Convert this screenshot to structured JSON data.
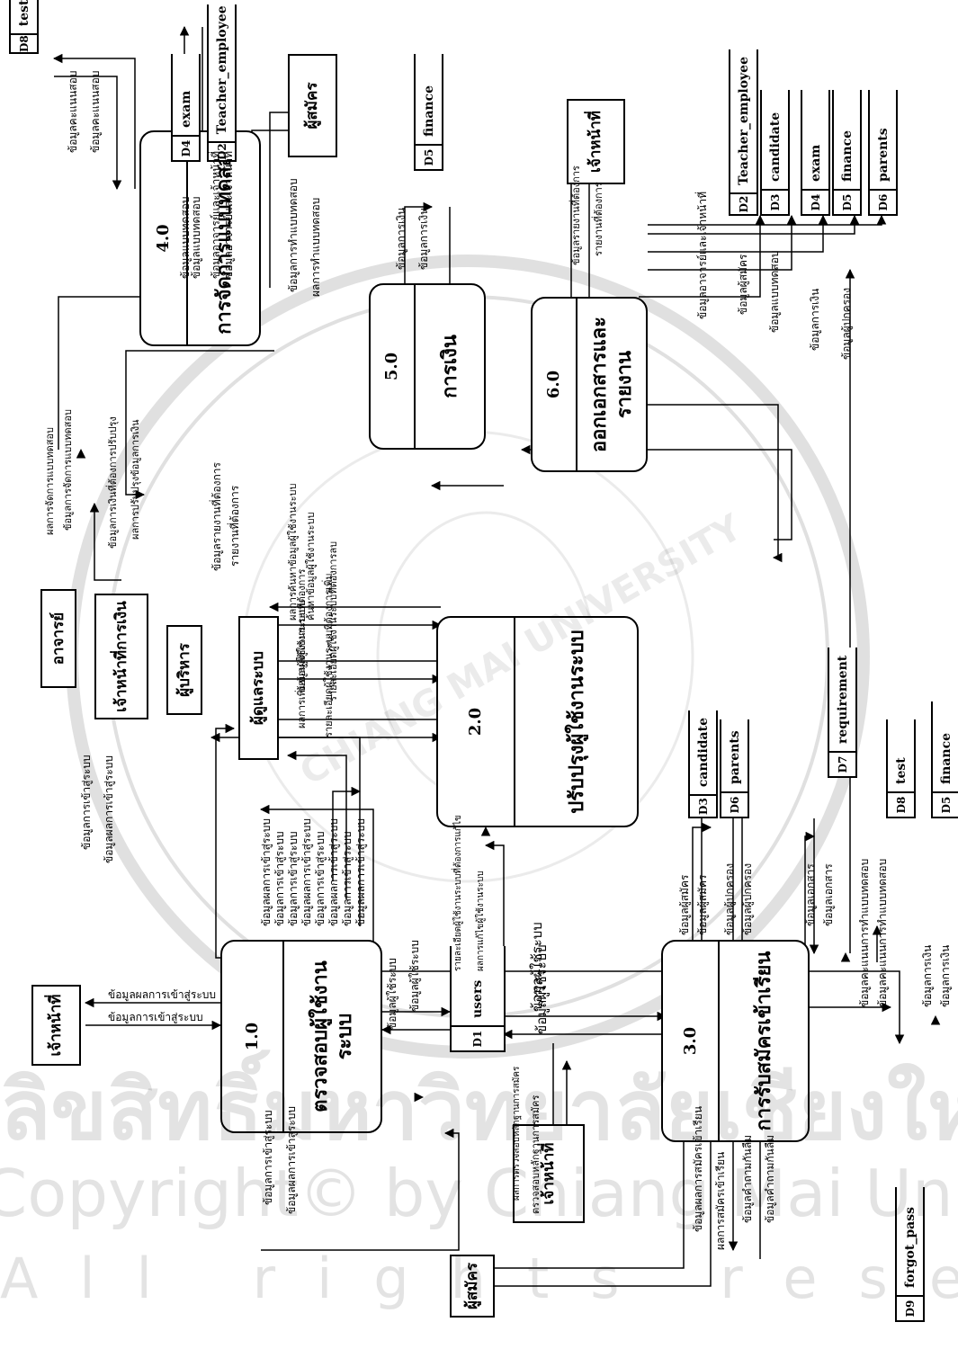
{
  "processes": {
    "p1": {
      "num": "1.0",
      "name": "ตรวจสอบผู้ใช้งานระบบ"
    },
    "p2": {
      "num": "2.0",
      "name": "ปรับปรุงผู้ใช้งานระบบ"
    },
    "p3": {
      "num": "3.0",
      "name": "การรับสมัครเข้าเรียน"
    },
    "p4": {
      "num": "4.0",
      "name": "การจัดการแบบทดสอบ"
    },
    "p5": {
      "num": "5.0",
      "name": "การเงิน"
    },
    "p6": {
      "num": "6.0",
      "name": "ออกเอกสารและรายงาน"
    }
  },
  "entities": {
    "staff_1": "เจ้าหน้าที่",
    "applicant": "ผู้สมัคร",
    "staff_reg": "เจ้าหน้าที่",
    "teacher": "อาจารย์",
    "finance_staff": "เจ้าหน้าที่การเงิน",
    "executive": "ผู้บริหาร",
    "admin": "ผู้ดูแลระบบ",
    "applicant_2": "ผู้สมัคร",
    "staff_6": "เจ้าหน้าที่"
  },
  "stores": {
    "users": {
      "id": "D1",
      "name": "users"
    },
    "forgot_pass": {
      "id": "D9",
      "name": "forgot_pass"
    },
    "candidate_3": {
      "id": "D3",
      "name": "candidate"
    },
    "parents_3": {
      "id": "D6",
      "name": "parents"
    },
    "requirement": {
      "id": "D7",
      "name": "requirement"
    },
    "test_3": {
      "id": "D8",
      "name": "test"
    },
    "finance_3": {
      "id": "D5",
      "name": "finance"
    },
    "test_4": {
      "id": "D8",
      "name": "test"
    },
    "exam_4": {
      "id": "D4",
      "name": "exam"
    },
    "teacher_4": {
      "id": "D2",
      "name": "Teacher_employee"
    },
    "finance_5": {
      "id": "D5",
      "name": "finance"
    },
    "teacher_6": {
      "id": "D2",
      "name": "Teacher_employee"
    },
    "candidate_6": {
      "id": "D3",
      "name": "candidate"
    },
    "exam_6": {
      "id": "D4",
      "name": "exam"
    },
    "finance_6": {
      "id": "D5",
      "name": "finance"
    },
    "parents_6": {
      "id": "D6",
      "name": "parents"
    }
  },
  "flows": {
    "f01": "ข้อมูลผลการเข้าสู่ระบบ",
    "f02": "ข้อมูลการเข้าสู่ระบบ",
    "f03": "ข้อมูลการเข้าสู่ระบบ",
    "f04": "ข้อมูลผลการเข้าสู่ระบบ",
    "f05": "ข้อมูลผู้ใช้ระบบ",
    "f06": "ข้อมูลผู้ใช้ระบบ",
    "f07": "ข้อมูลการเข้าสู่ระบบ",
    "f08": "ข้อมูลผลการเข้าสู่ระบบ",
    "f09": "ข้อมูลผลการเข้าสู่ระบบ",
    "f10": "ข้อมูลการเข้าสู่ระบบ",
    "f11": "ข้อมูลการเข้าสู่ระบบ",
    "f12": "ข้อมูลผลการเข้าสู่ระบบ",
    "f13": "ข้อมูลการเข้าสู่ระบบ",
    "f14": "ข้อมูลผลการเข้าสู่ระบบ",
    "f15": "ข้อมูลการเข้าสู่ระบบ",
    "f16": "ข้อมูลผลการเข้าสู่ระบบ",
    "f17": "รายละเอียดผู้ใช้งานระบบที่ต้องการแก้ไข",
    "f18": "ผลการแก้ไขผู้ใช้งานระบบ",
    "f19": "ผลการค้นหาข้อมูลผู้ใช้งานระบบ",
    "f20": "ค้นหาข้อมูลผู้ใช้งานระบบ",
    "f21": "ข้อมูลผู้ใช้งานระบบที่ต้องการ",
    "f22": "รายละเอียดผู้ใช้งานระบบที่ต้องการลบ",
    "f23": "ผลการเพิ่มข้อมูลผู้ใช้งานระบบ",
    "f24": "รายละเอียดผู้ใช้งานระบบที่ต้องการเพิ่ม",
    "f25": "รายงานที่ต้องการ",
    "f26": "ข้อมูลรายงานที่ต้องการ",
    "f27": "ผลการจัดการแบบทดสอบ",
    "f28": "ข้อมูลการจัดการแบบทดสอบ",
    "f29": "ข้อมูลการเงินที่ต้องการปรับปรุง",
    "f30": "ผลการปรับปรุงข้อมูลการเงิน",
    "f31": "ข้อมูลผู้ใช้ระบบ",
    "f32": "ข้อมูลผู้ใช้ระบบ",
    "f33": "ผลการตรวจสอบหลักฐานการสมัคร",
    "f34": "ตรวจสอบหลักฐานการสมัคร",
    "f35": "ข้อมูลผลการสมัครเข้าเรียน",
    "f36": "ผลการสมัครเข้าเรียน",
    "f37": "ข้อมูลคำถามกันลืม",
    "f38": "ข้อมูลคำถามกันลืม",
    "f39": "ข้อมูลผู้สมัคร",
    "f40": "ข้อมูลผู้สมัคร",
    "f41": "ข้อมูลผู้ปกครอง",
    "f42": "ข้อมูลผู้ปกครอง",
    "f43": "ข้อมูลเอกสาร",
    "f44": "ข้อมูลเอกสาร",
    "f45": "ข้อมูลคะแนนการทำแบบทดสอบ",
    "f46": "ข้อมูลคะแนนการทำแบบทดสอบ",
    "f47": "ข้อมูลการเงิน",
    "f48": "ข้อมูลการเงิน",
    "f49": "ข้อมูลคะแนนสอบ",
    "f50": "ข้อมูลคะแนนสอบ",
    "f51": "ข้อมูลแบบทดสอบ",
    "f52": "ข้อมูลแบบทดสอบ",
    "f53": "ข้อมูลอาจารย์และเจ้าหน้าที่",
    "f54": "ข้อมูลอาจารย์และเจ้าหน้าที่",
    "f55": "ข้อมูลการทำแบบทดสอบ",
    "f56": "ผลการทำแบบทดสอบ",
    "f57": "ข้อมูลการเงิน",
    "f58": "ข้อมูลการเงิน",
    "f59": "ข้อมูลรายงานที่ต้องการ",
    "f60": "รายงานที่ต้องการ",
    "f61": "ข้อมูลอาจารย์และเจ้าหน้าที่",
    "f62": "ข้อมูลผู้สมัคร",
    "f63": "ข้อมูลแบบทดสอบ",
    "f64": "ข้อมูลการเงิน",
    "f65": "ข้อมูลผู้ปกครอง"
  },
  "watermark": {
    "line1": "ลิขสิทธิ์มหาวิทยาลัยเชียงใหม่",
    "line2": "Copyright© by Chiang Mai University",
    "line3": "All rights reserved",
    "seal_text": "CHIANG MAI UNIVERSITY"
  }
}
